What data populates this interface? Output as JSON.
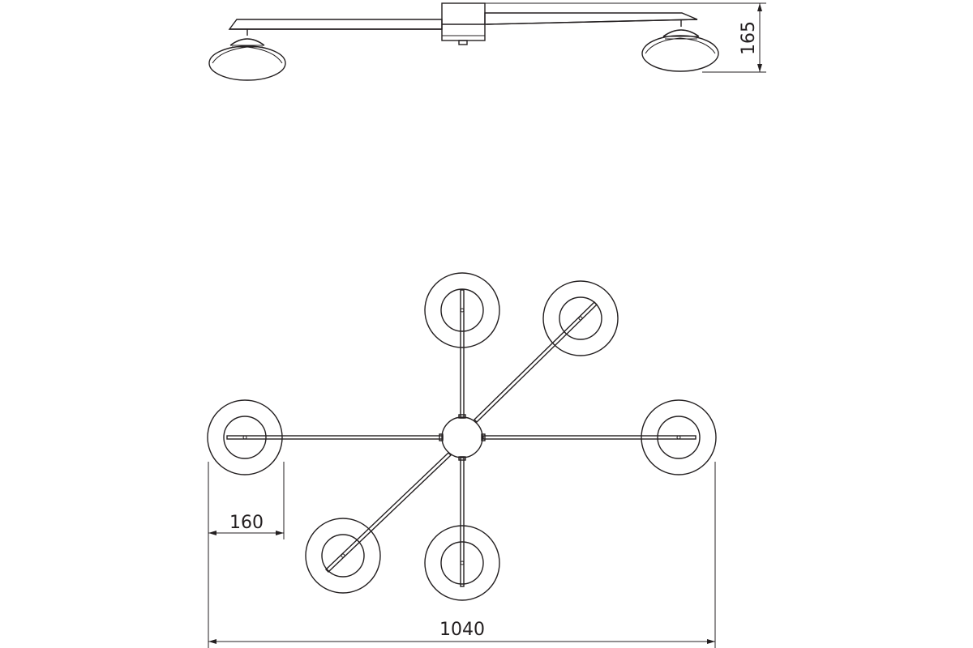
{
  "dimensions": {
    "height": "165",
    "shade_diameter": "160",
    "overall_width": "1040"
  },
  "views": {
    "side": "side-elevation",
    "top": "plan-view"
  },
  "colors": {
    "line": "#231f20",
    "background": "#ffffff"
  }
}
